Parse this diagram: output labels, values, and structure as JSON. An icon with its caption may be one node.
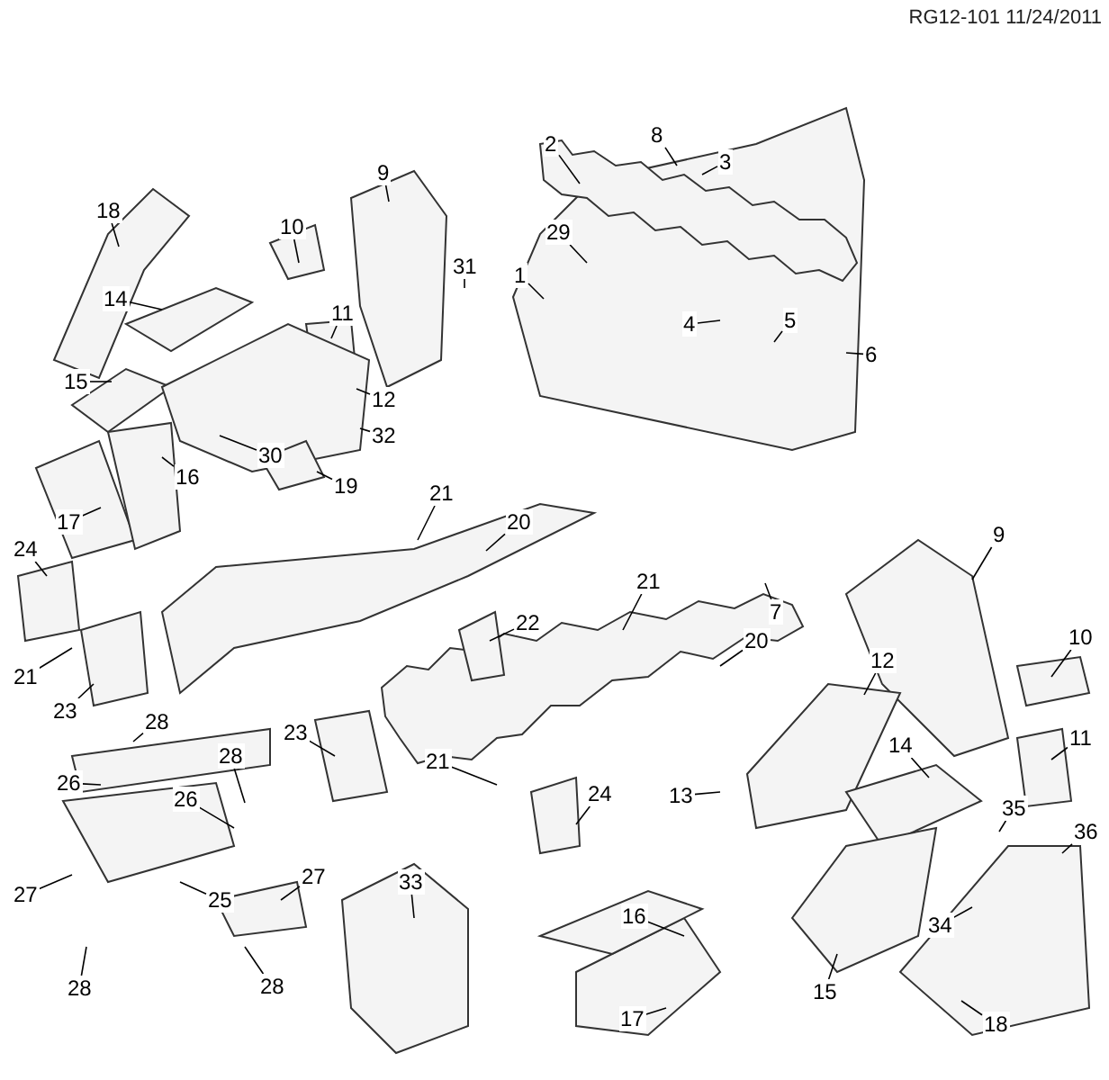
{
  "diagram": {
    "nodes": [
      {
        "text": [
          "18"
        ]
      },
      {
        "text": [
          "14"
        ]
      },
      {
        "text": [
          "15"
        ]
      },
      {
        "text": [
          "10"
        ]
      },
      {
        "text": [
          "9"
        ]
      },
      {
        "text": [
          "31"
        ]
      },
      {
        "text": [
          "11"
        ]
      },
      {
        "text": [
          "12"
        ]
      },
      {
        "text": [
          "32"
        ]
      },
      {
        "text": [
          "30"
        ]
      },
      {
        "text": [
          "19"
        ]
      },
      {
        "text": [
          "16"
        ]
      },
      {
        "text": [
          "17"
        ]
      },
      {
        "text": [
          "24"
        ]
      },
      {
        "text": [
          "21"
        ]
      },
      {
        "text": [
          "23"
        ]
      },
      {
        "text": [
          "2"
        ]
      },
      {
        "text": [
          "8"
        ]
      },
      {
        "text": [
          "3"
        ]
      },
      {
        "text": [
          "29"
        ]
      },
      {
        "text": [
          "1"
        ]
      },
      {
        "text": [
          "4"
        ]
      },
      {
        "text": [
          "5"
        ]
      },
      {
        "text": [
          "6"
        ]
      },
      {
        "text": [
          "7"
        ]
      },
      {
        "text": [
          "21"
        ]
      },
      {
        "text": [
          "20"
        ]
      },
      {
        "text": [
          "21"
        ]
      },
      {
        "text": [
          "22"
        ]
      },
      {
        "text": [
          "20"
        ]
      },
      {
        "text": [
          "9"
        ]
      },
      {
        "text": [
          "10"
        ]
      },
      {
        "text": [
          "12"
        ]
      },
      {
        "text": [
          "11"
        ]
      },
      {
        "text": [
          "14"
        ]
      },
      {
        "text": [
          "13"
        ]
      },
      {
        "text": [
          "35"
        ]
      },
      {
        "text": [
          "36"
        ]
      },
      {
        "text": [
          "34"
        ]
      },
      {
        "text": [
          "15"
        ]
      },
      {
        "text": [
          "18"
        ]
      },
      {
        "text": [
          "28"
        ]
      },
      {
        "text": [
          "26"
        ]
      },
      {
        "text": [
          "25"
        ]
      },
      {
        "text": [
          "27"
        ]
      },
      {
        "text": [
          "28"
        ]
      },
      {
        "text": [
          "28"
        ]
      },
      {
        "text": [
          "26"
        ]
      },
      {
        "text": [
          "27"
        ]
      },
      {
        "text": [
          "28"
        ]
      },
      {
        "text": [
          "23"
        ]
      },
      {
        "text": [
          "21"
        ]
      },
      {
        "text": [
          "24"
        ]
      },
      {
        "text": [
          "33"
        ]
      },
      {
        "text": [
          "16"
        ]
      },
      {
        "text": [
          "17"
        ]
      }
    ],
    "edges": [
      {
        "from": 0,
        "to": null,
        "arrow": "none"
      },
      {
        "from": 1,
        "to": null,
        "arrow": "none"
      },
      {
        "from": 2,
        "to": null,
        "arrow": "none"
      },
      {
        "from": 3,
        "to": null,
        "arrow": "none"
      },
      {
        "from": 4,
        "to": null,
        "arrow": "none"
      },
      {
        "from": 5,
        "to": null,
        "arrow": "none"
      },
      {
        "from": 6,
        "to": null,
        "arrow": "none"
      },
      {
        "from": 7,
        "to": null,
        "arrow": "none"
      },
      {
        "from": 8,
        "to": null,
        "arrow": "none"
      },
      {
        "from": 9,
        "to": null,
        "arrow": "none"
      },
      {
        "from": 10,
        "to": null,
        "arrow": "none"
      },
      {
        "from": 11,
        "to": null,
        "arrow": "none"
      },
      {
        "from": 12,
        "to": null,
        "arrow": "none"
      },
      {
        "from": 13,
        "to": null,
        "arrow": "none"
      },
      {
        "from": 14,
        "to": null,
        "arrow": "none"
      },
      {
        "from": 15,
        "to": null,
        "arrow": "none"
      },
      {
        "from": 16,
        "to": null,
        "arrow": "none"
      },
      {
        "from": 17,
        "to": null,
        "arrow": "none"
      },
      {
        "from": 18,
        "to": null,
        "arrow": "none"
      },
      {
        "from": 19,
        "to": null,
        "arrow": "none"
      },
      {
        "from": 20,
        "to": null,
        "arrow": "none"
      },
      {
        "from": 21,
        "to": null,
        "arrow": "none"
      },
      {
        "from": 22,
        "to": null,
        "arrow": "none"
      },
      {
        "from": 23,
        "to": null,
        "arrow": "none"
      },
      {
        "from": 24,
        "to": null,
        "arrow": "none"
      },
      {
        "from": 25,
        "to": null,
        "arrow": "none"
      },
      {
        "from": 26,
        "to": null,
        "arrow": "none"
      },
      {
        "from": 27,
        "to": null,
        "arrow": "none"
      },
      {
        "from": 28,
        "to": null,
        "arrow": "none"
      },
      {
        "from": 29,
        "to": null,
        "arrow": "none"
      },
      {
        "from": 30,
        "to": null,
        "arrow": "none"
      },
      {
        "from": 31,
        "to": null,
        "arrow": "none"
      },
      {
        "from": 32,
        "to": null,
        "arrow": "none"
      },
      {
        "from": 33,
        "to": null,
        "arrow": "none"
      },
      {
        "from": 34,
        "to": null,
        "arrow": "none"
      },
      {
        "from": 35,
        "to": null,
        "arrow": "none"
      },
      {
        "from": 36,
        "to": null,
        "arrow": "none"
      },
      {
        "from": 37,
        "to": null,
        "arrow": "none"
      },
      {
        "from": 38,
        "to": null,
        "arrow": "none"
      },
      {
        "from": 39,
        "to": null,
        "arrow": "none"
      },
      {
        "from": 40,
        "to": null,
        "arrow": "none"
      },
      {
        "from": 41,
        "to": null,
        "arrow": "none"
      },
      {
        "from": 42,
        "to": null,
        "arrow": "none"
      },
      {
        "from": 43,
        "to": null,
        "arrow": "none"
      },
      {
        "from": 44,
        "to": null,
        "arrow": "none"
      },
      {
        "from": 45,
        "to": null,
        "arrow": "none"
      },
      {
        "from": 46,
        "to": null,
        "arrow": "none"
      },
      {
        "from": 47,
        "to": null,
        "arrow": "none"
      },
      {
        "from": 48,
        "to": null,
        "arrow": "none"
      },
      {
        "from": 49,
        "to": null,
        "arrow": "none"
      },
      {
        "from": 50,
        "to": null,
        "arrow": "none"
      },
      {
        "from": 51,
        "to": null,
        "arrow": "none"
      },
      {
        "from": 52,
        "to": null,
        "arrow": "none"
      },
      {
        "from": 53,
        "to": null,
        "arrow": "none"
      },
      {
        "from": 54,
        "to": null,
        "arrow": "none"
      },
      {
        "from": 55,
        "to": null,
        "arrow": "none"
      }
    ],
    "labels": [
      "RG12-101 11/24/2011"
    ]
  }
}
